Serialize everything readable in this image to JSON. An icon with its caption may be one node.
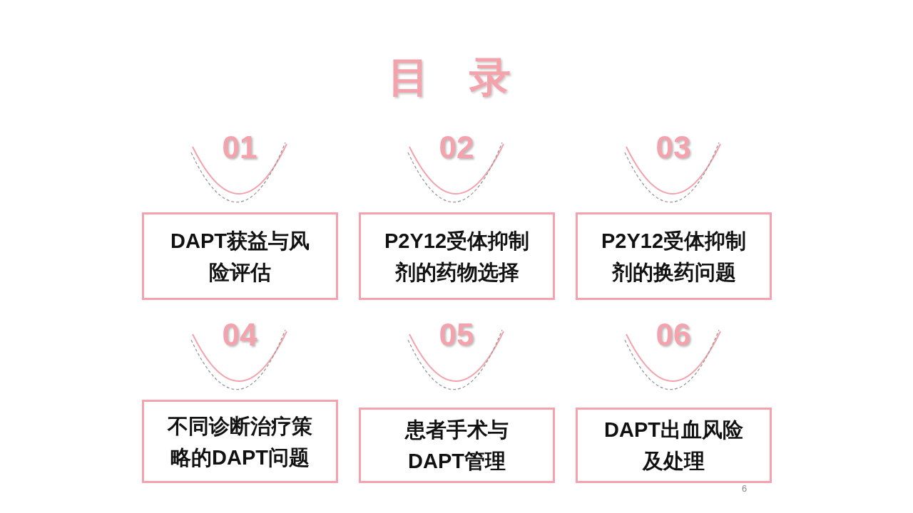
{
  "diagram": {
    "title": "目 录",
    "nodes": [
      {
        "text": [
          "DAPT获益与风险评估"
        ]
      },
      {
        "text": [
          "P2Y12受体抑制剂的药物选择"
        ]
      },
      {
        "text": [
          "P2Y12受体抑制剂的换药问题"
        ]
      },
      {
        "text": [
          "不同诊断治疗策略的DAPT问题"
        ]
      },
      {
        "text": [
          "患者手术与DAPT管理"
        ]
      },
      {
        "text": [
          "DAPT出血风险及处理"
        ]
      }
    ],
    "edges": [],
    "labels": [
      "01",
      "02",
      "03",
      "04",
      "05",
      "06",
      "6"
    ]
  }
}
